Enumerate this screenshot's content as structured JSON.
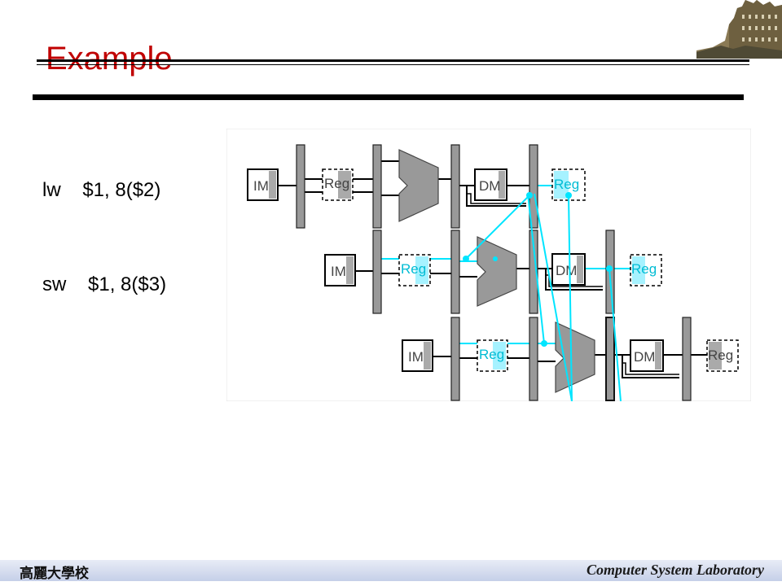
{
  "slide": {
    "title": "Example",
    "code": [
      "lw    $1, 8($2)",
      "sw    $1, 8($3)"
    ]
  },
  "pipeline": {
    "stage_labels": {
      "im": "IM",
      "reg": "Reg",
      "dm": "DM"
    },
    "forward_color": "#00e5ff",
    "hardware_color": "#999999"
  },
  "footer": {
    "left": "高麗大學校",
    "right": "Computer System Laboratory"
  },
  "icons": [
    "university-building-logo"
  ]
}
